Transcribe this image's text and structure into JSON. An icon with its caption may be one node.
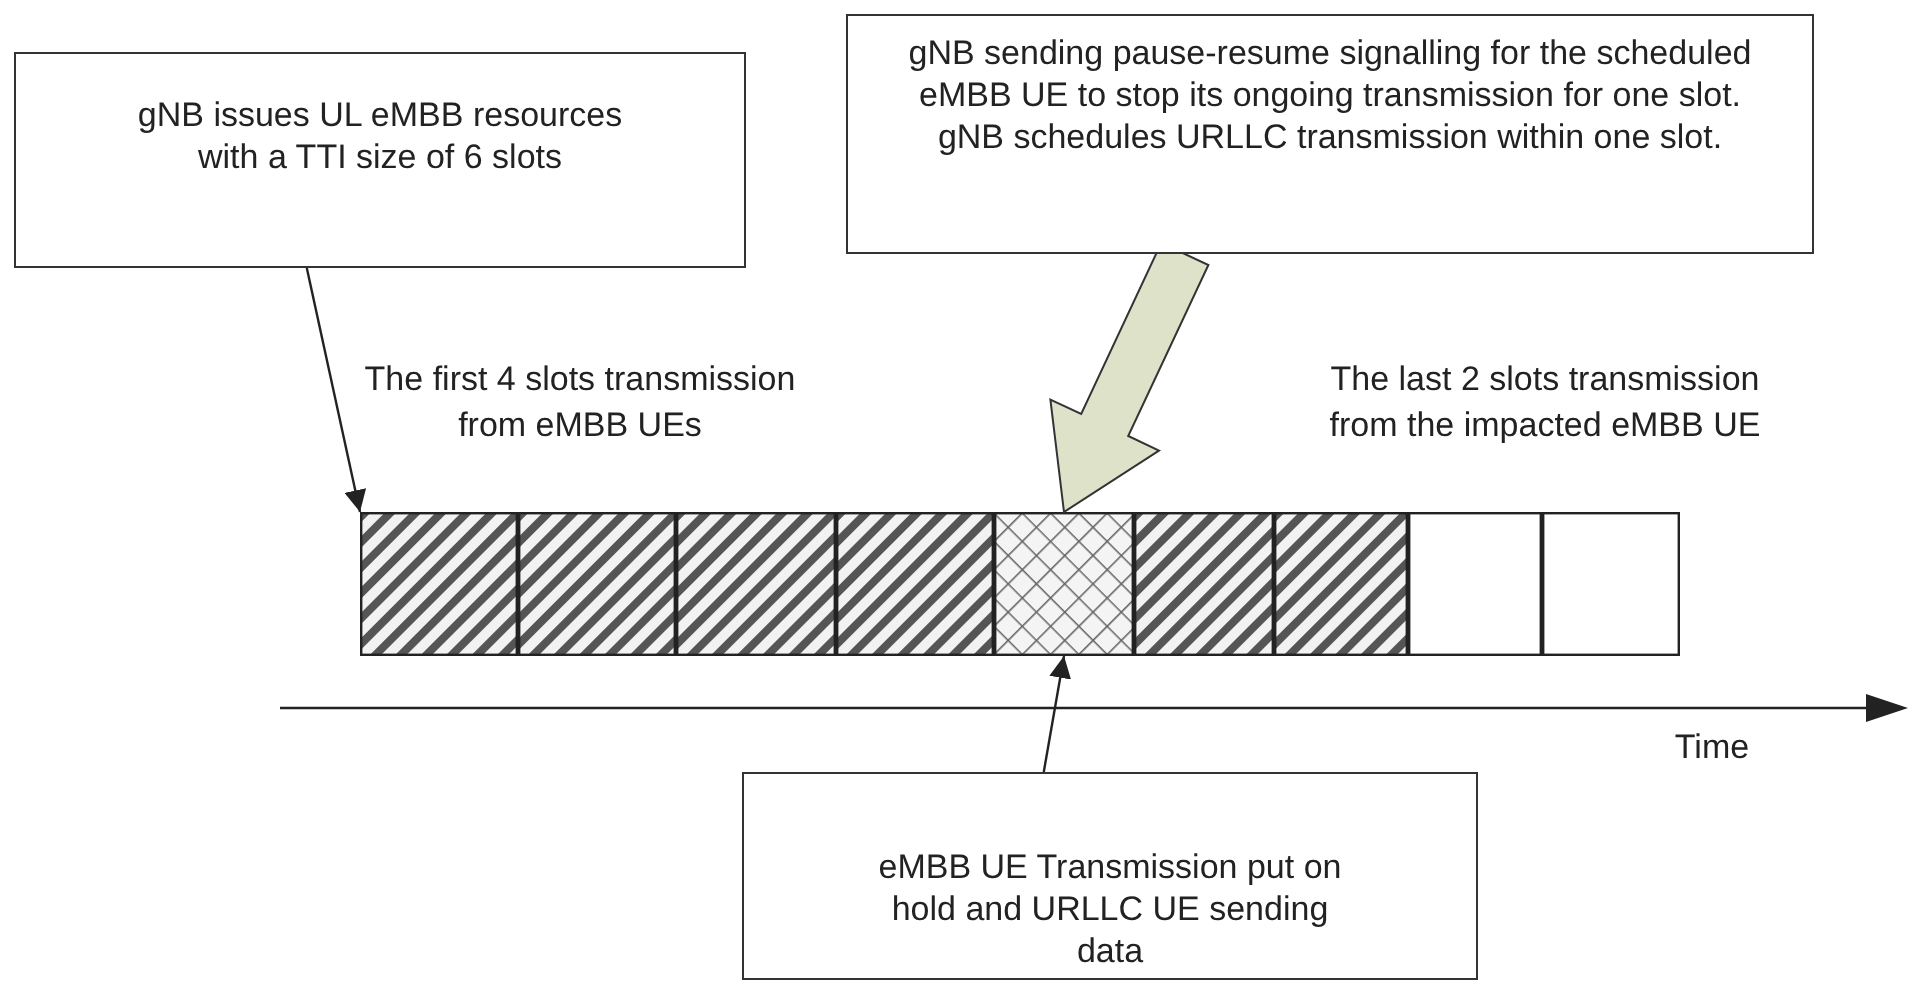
{
  "diagram": {
    "nodes": [
      {
        "text": [
          "gNB issues UL eMBB resources with a TTI size of 6 slots"
        ]
      },
      {
        "text": [
          "gNB sending pause-resume signalling for the scheduled eMBB UE to stop its ongoing transmission for one slot. gNB schedules URLLC transmission within one slot."
        ]
      },
      {
        "text": [
          "eMBB UE Transmission put on hold and URLLC UE sending data"
        ]
      },
      {
        "text": [],
        "shape": "box"
      },
      {
        "text": [],
        "shape": "box"
      },
      {
        "text": [],
        "shape": "box"
      },
      {
        "text": [],
        "shape": "box"
      },
      {
        "text": [],
        "shape": "box"
      },
      {
        "text": [],
        "shape": "box"
      },
      {
        "text": [],
        "shape": "box"
      },
      {
        "text": [],
        "shape": "box"
      },
      {
        "text": [],
        "shape": "box"
      }
    ],
    "edges": [
      {
        "from": 0,
        "to": 3,
        "arrow": "to"
      },
      {
        "from": 1,
        "to": 7,
        "arrow": "to",
        "style": "thick",
        "color": "#dde2c8"
      },
      {
        "from": 2,
        "to": 7,
        "arrow": "to"
      }
    ],
    "labels": [
      "The first 4 slots transmission from eMBB UEs",
      "The last 2 slots transmission from the impacted eMBB UE",
      "Time"
    ]
  }
}
